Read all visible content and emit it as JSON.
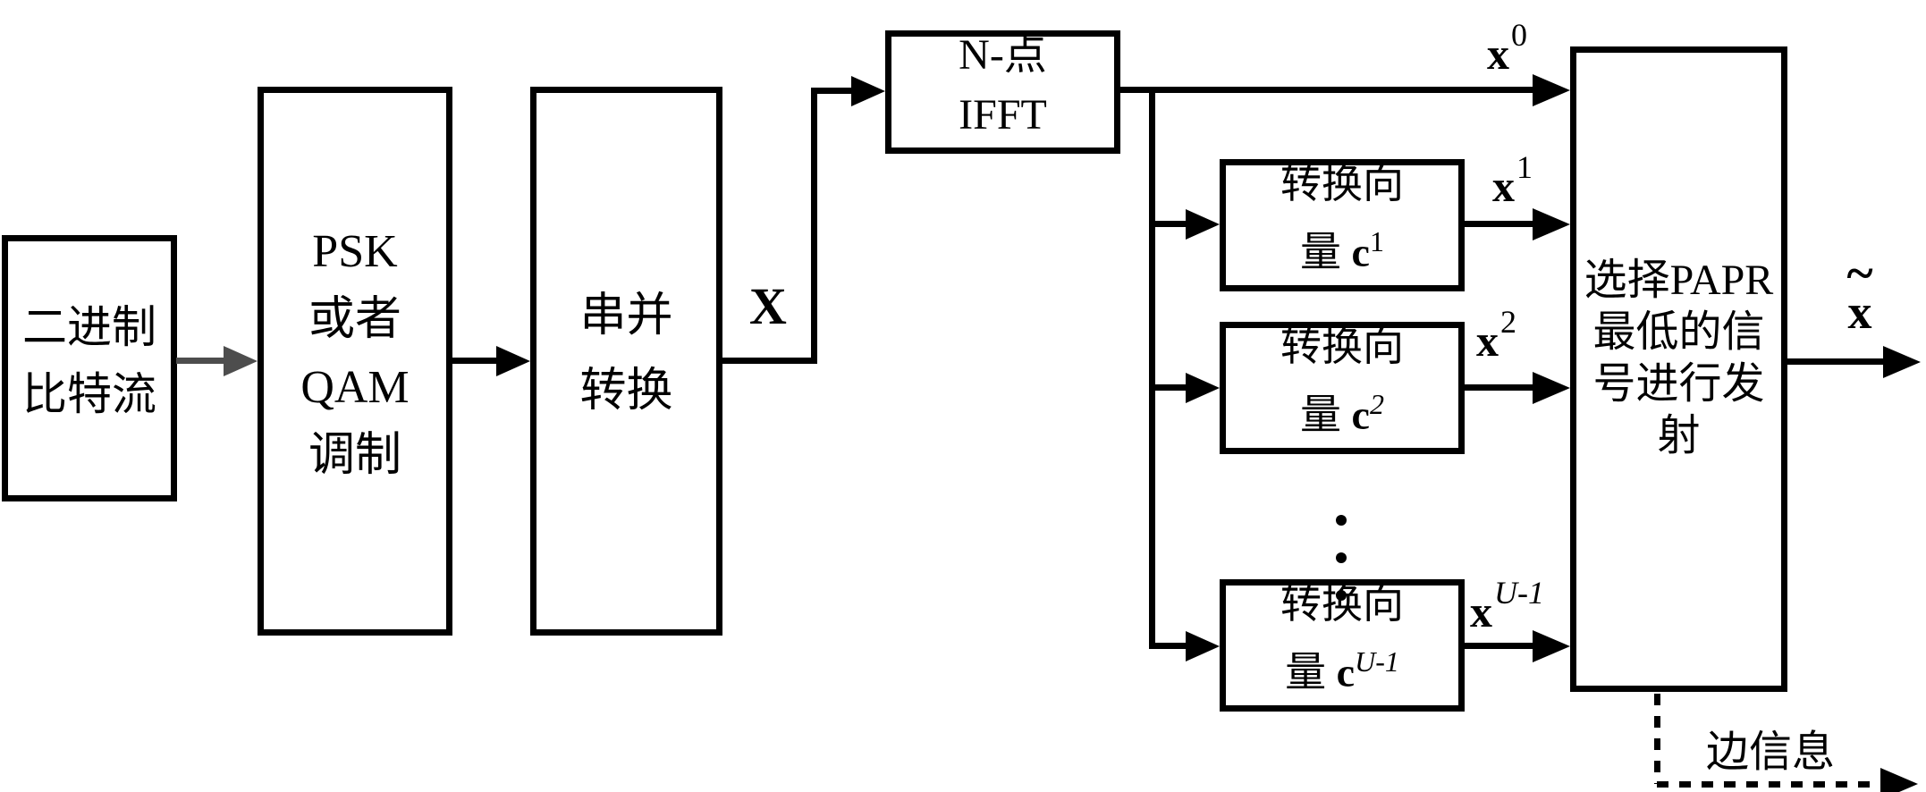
{
  "blocks": {
    "binary_stream": {
      "lines": [
        "二进制",
        "比特流"
      ]
    },
    "modulation": {
      "lines": [
        "PSK",
        "或者",
        "QAM",
        "调制"
      ]
    },
    "serial_parallel": {
      "lines": [
        "串并",
        "转换"
      ]
    },
    "n_point_ifft": {
      "lines": [
        "N-点",
        "IFFT"
      ]
    },
    "phase_vector_1": {
      "line1": "转换向",
      "line2_prefix": "量 ",
      "symbol": "c",
      "superscript": "1"
    },
    "phase_vector_2": {
      "line1": "转换向",
      "line2_prefix": "量 ",
      "symbol": "c",
      "superscript": "2"
    },
    "phase_vector_u": {
      "line1": "转换向",
      "line2_prefix": "量 ",
      "symbol": "c",
      "superscript": "U-1"
    },
    "papr_selector": {
      "lines": [
        "选择PAPR",
        "最低的信",
        "号进行发",
        "射"
      ]
    }
  },
  "signal_labels": {
    "x_serial": "X",
    "x0": {
      "base": "x",
      "superscript": "0"
    },
    "x1": {
      "base": "x",
      "superscript": "1"
    },
    "x2": {
      "base": "x",
      "superscript": "2"
    },
    "xu": {
      "base": "x",
      "superscript": "U-1"
    },
    "x_tilde": {
      "accent": "~",
      "base": "x"
    },
    "side_info": "边信息"
  },
  "colors": {
    "line": "#000000",
    "gray_arrow": "#4d4d4d",
    "background": "#ffffff",
    "box_fill": "#ffffff"
  }
}
